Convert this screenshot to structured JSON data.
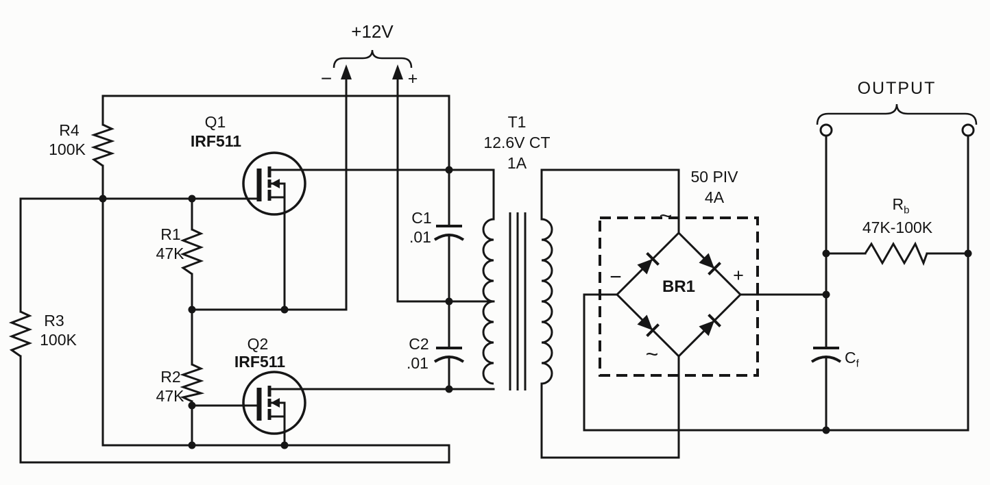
{
  "supply": {
    "label": "+12V",
    "minus": "−",
    "plus": "+"
  },
  "components": {
    "r4": {
      "ref": "R4",
      "value": "100K"
    },
    "r1": {
      "ref": "R1",
      "value": "47K"
    },
    "r3": {
      "ref": "R3",
      "value": "100K"
    },
    "r2": {
      "ref": "R2",
      "value": "47K"
    },
    "q1": {
      "ref": "Q1",
      "part": "IRF511"
    },
    "q2": {
      "ref": "Q2",
      "part": "IRF511"
    },
    "c1": {
      "ref": "C1",
      "value": ".01"
    },
    "c2": {
      "ref": "C2",
      "value": ".01"
    },
    "t1": {
      "ref": "T1",
      "spec_voltage": "12.6V CT",
      "spec_current": "1A"
    },
    "br1": {
      "ref": "BR1",
      "piv": "50 PIV",
      "amps": "4A",
      "ac_top": "~",
      "ac_bottom": "~",
      "neg": "−",
      "pos": "+"
    },
    "rb": {
      "ref": "R",
      "sub": "b",
      "value": "47K-100K"
    },
    "cf": {
      "ref": "C",
      "sub": "f"
    }
  },
  "output": {
    "label": "OUTPUT"
  },
  "colors": {
    "line": "#161616",
    "background": "#fcfcfb"
  }
}
